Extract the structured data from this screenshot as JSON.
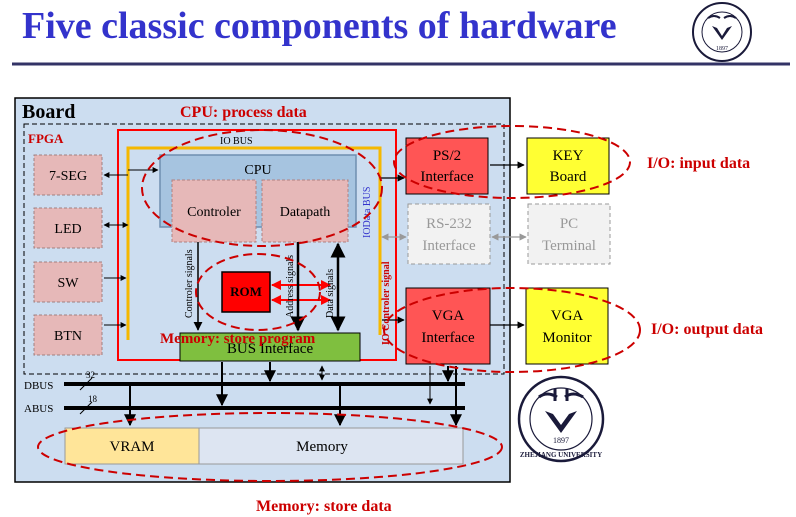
{
  "title": "Five classic components of hardware",
  "board": {
    "label": "Board",
    "fpga_label": "FPGA",
    "cpu_caption": "CPU: process data",
    "io_bus": "IO BUS",
    "iodata_bus": "IOData BUS",
    "io_controler_signal": "IO Controler signal"
  },
  "fpga_blocks": [
    "7-SEG",
    "LED",
    "SW",
    "BTN"
  ],
  "cpu": {
    "label": "CPU",
    "controler": "Controler",
    "datapath": "Datapath"
  },
  "rom": "ROM",
  "signals": {
    "controler": "Controler signals",
    "address": "Address signals",
    "data": "Data signals"
  },
  "memory_program_caption": "Memory: store program",
  "bus_interface": "BUS Interface",
  "buses": {
    "dbus": "DBUS",
    "dbus_width": "32",
    "abus": "ABUS",
    "abus_width": "18"
  },
  "memory": {
    "vram": "VRAM",
    "memory": "Memory",
    "caption": "Memory: store data"
  },
  "io_blocks": {
    "ps2": [
      "PS/2",
      "Interface"
    ],
    "key": [
      "KEY",
      "Board"
    ],
    "rs232": [
      "RS-232",
      "Interface"
    ],
    "pc": [
      "PC",
      "Terminal"
    ],
    "vga_if": [
      "VGA",
      "Interface"
    ],
    "vga_mon": [
      "VGA",
      "Monitor"
    ]
  },
  "io_input_caption": "I/O: input data",
  "io_output_caption": "I/O: output data",
  "logo": {
    "name": "Zhejiang University",
    "text": "ZHEJIANG UNIVERSITY",
    "year": "1897"
  },
  "colors": {
    "title": "#3333cc",
    "annotation_red": "#cc0000",
    "fpga_block_fill": "#e6b8b8",
    "cpu_fill": "#a6c4e0",
    "rom_fill": "#ff0000",
    "bus_interface_fill": "#7fbf3f",
    "io_bus_line": "#f5b800",
    "key_fill": "#ffff33",
    "vram_fill": "#ffe599",
    "memory_fill": "#dde5f2",
    "grey": "#999999"
  }
}
